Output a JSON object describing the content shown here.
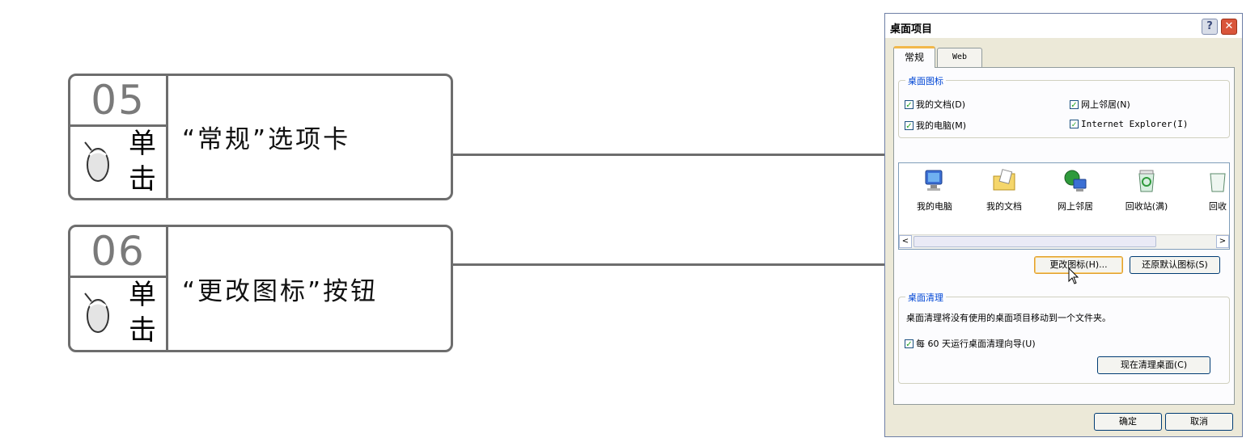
{
  "callouts": [
    {
      "number": "05",
      "action": "单击",
      "text": "“常规”选项卡"
    },
    {
      "number": "06",
      "action": "单击",
      "text": "“更改图标”按钮"
    }
  ],
  "dialog": {
    "title": "桌面项目",
    "help_label": "?",
    "close_label": "✕",
    "tabs": [
      "常规",
      "Web"
    ],
    "desktop_icons_group": {
      "label": "桌面图标",
      "checkboxes": [
        {
          "label": "我的文档(D)",
          "checked": true
        },
        {
          "label": "网上邻居(N)",
          "checked": true
        },
        {
          "label": "我的电脑(M)",
          "checked": true
        },
        {
          "label": "Internet Explorer(I)",
          "checked": true
        }
      ]
    },
    "icons": [
      {
        "name": "我的电脑",
        "icon": "computer-icon"
      },
      {
        "name": "我的文档",
        "icon": "documents-folder-icon"
      },
      {
        "name": "网上邻居",
        "icon": "network-places-icon"
      },
      {
        "name": "回收站(满)",
        "icon": "recycle-bin-full-icon"
      },
      {
        "name": "回收",
        "icon": "recycle-bin-empty-icon"
      }
    ],
    "scroll_left": "<",
    "scroll_right": ">",
    "change_icon_button": "更改图标(H)...",
    "restore_default_button": "还原默认图标(S)",
    "cleanup_group": {
      "label": "桌面清理",
      "description": "桌面清理将没有使用的桌面项目移动到一个文件夹。",
      "checkbox": {
        "label": "每 60 天运行桌面清理向导(U)",
        "checked": true
      },
      "clean_now_button": "现在清理桌面(C)"
    },
    "ok_button": "确定",
    "cancel_button": "取消"
  },
  "colors": {
    "callout_border": "#6d6d6d",
    "dialog_face": "#ece9d8",
    "group_label": "#0046d5",
    "tab_highlight": "#f2b84a",
    "close_button": "#d9553a"
  }
}
